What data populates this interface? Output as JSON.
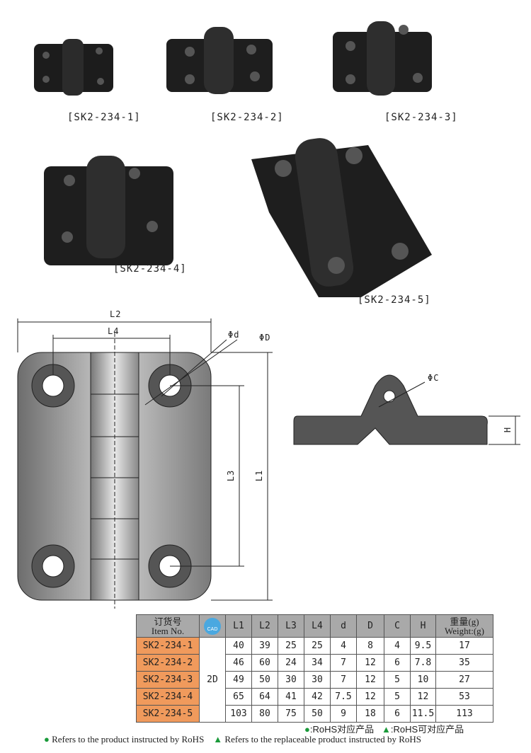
{
  "products": [
    {
      "code": "[SK2-234-1]"
    },
    {
      "code": "[SK2-234-2]"
    },
    {
      "code": "[SK2-234-3]"
    },
    {
      "code": "[SK2-234-4]"
    },
    {
      "code": "[SK2-234-5]"
    }
  ],
  "drawing": {
    "L1": "L1",
    "L2": "L2",
    "L3": "L3",
    "L4": "L4",
    "d": "Φd",
    "D": "ΦD",
    "C": "ΦC",
    "H": "H"
  },
  "table": {
    "header_item_cn": "订货号",
    "header_item_en": "Item No.",
    "cad_icon": "CAD",
    "cad_value": "2D",
    "columns": [
      "L1",
      "L2",
      "L3",
      "L4",
      "d",
      "D",
      "C",
      "H"
    ],
    "weight_cn": "重量(g)",
    "weight_en": "Weight:(g)",
    "rows": [
      {
        "item": "SK2-234-1",
        "v": [
          "40",
          "39",
          "25",
          "25",
          "4",
          "8",
          "4",
          "9.5"
        ],
        "w": "17"
      },
      {
        "item": "SK2-234-2",
        "v": [
          "46",
          "60",
          "24",
          "34",
          "7",
          "12",
          "6",
          "7.8"
        ],
        "w": "35"
      },
      {
        "item": "SK2-234-3",
        "v": [
          "49",
          "50",
          "30",
          "30",
          "7",
          "12",
          "5",
          "10"
        ],
        "w": "27"
      },
      {
        "item": "SK2-234-4",
        "v": [
          "65",
          "64",
          "41",
          "42",
          "7.5",
          "12",
          "5",
          "12"
        ],
        "w": "53"
      },
      {
        "item": "SK2-234-5",
        "v": [
          "103",
          "80",
          "75",
          "50",
          "9",
          "18",
          "6",
          "11.5"
        ],
        "w": "113"
      }
    ]
  },
  "legend": {
    "cn_circle": ":RoHS对应产品",
    "cn_triangle": ":RoHS可对应产品",
    "en_circle": "Refers to the product instructed by RoHS",
    "en_triangle": "Refers to the replaceable product instructed by RoHS",
    "color": "#1a9a3a"
  }
}
